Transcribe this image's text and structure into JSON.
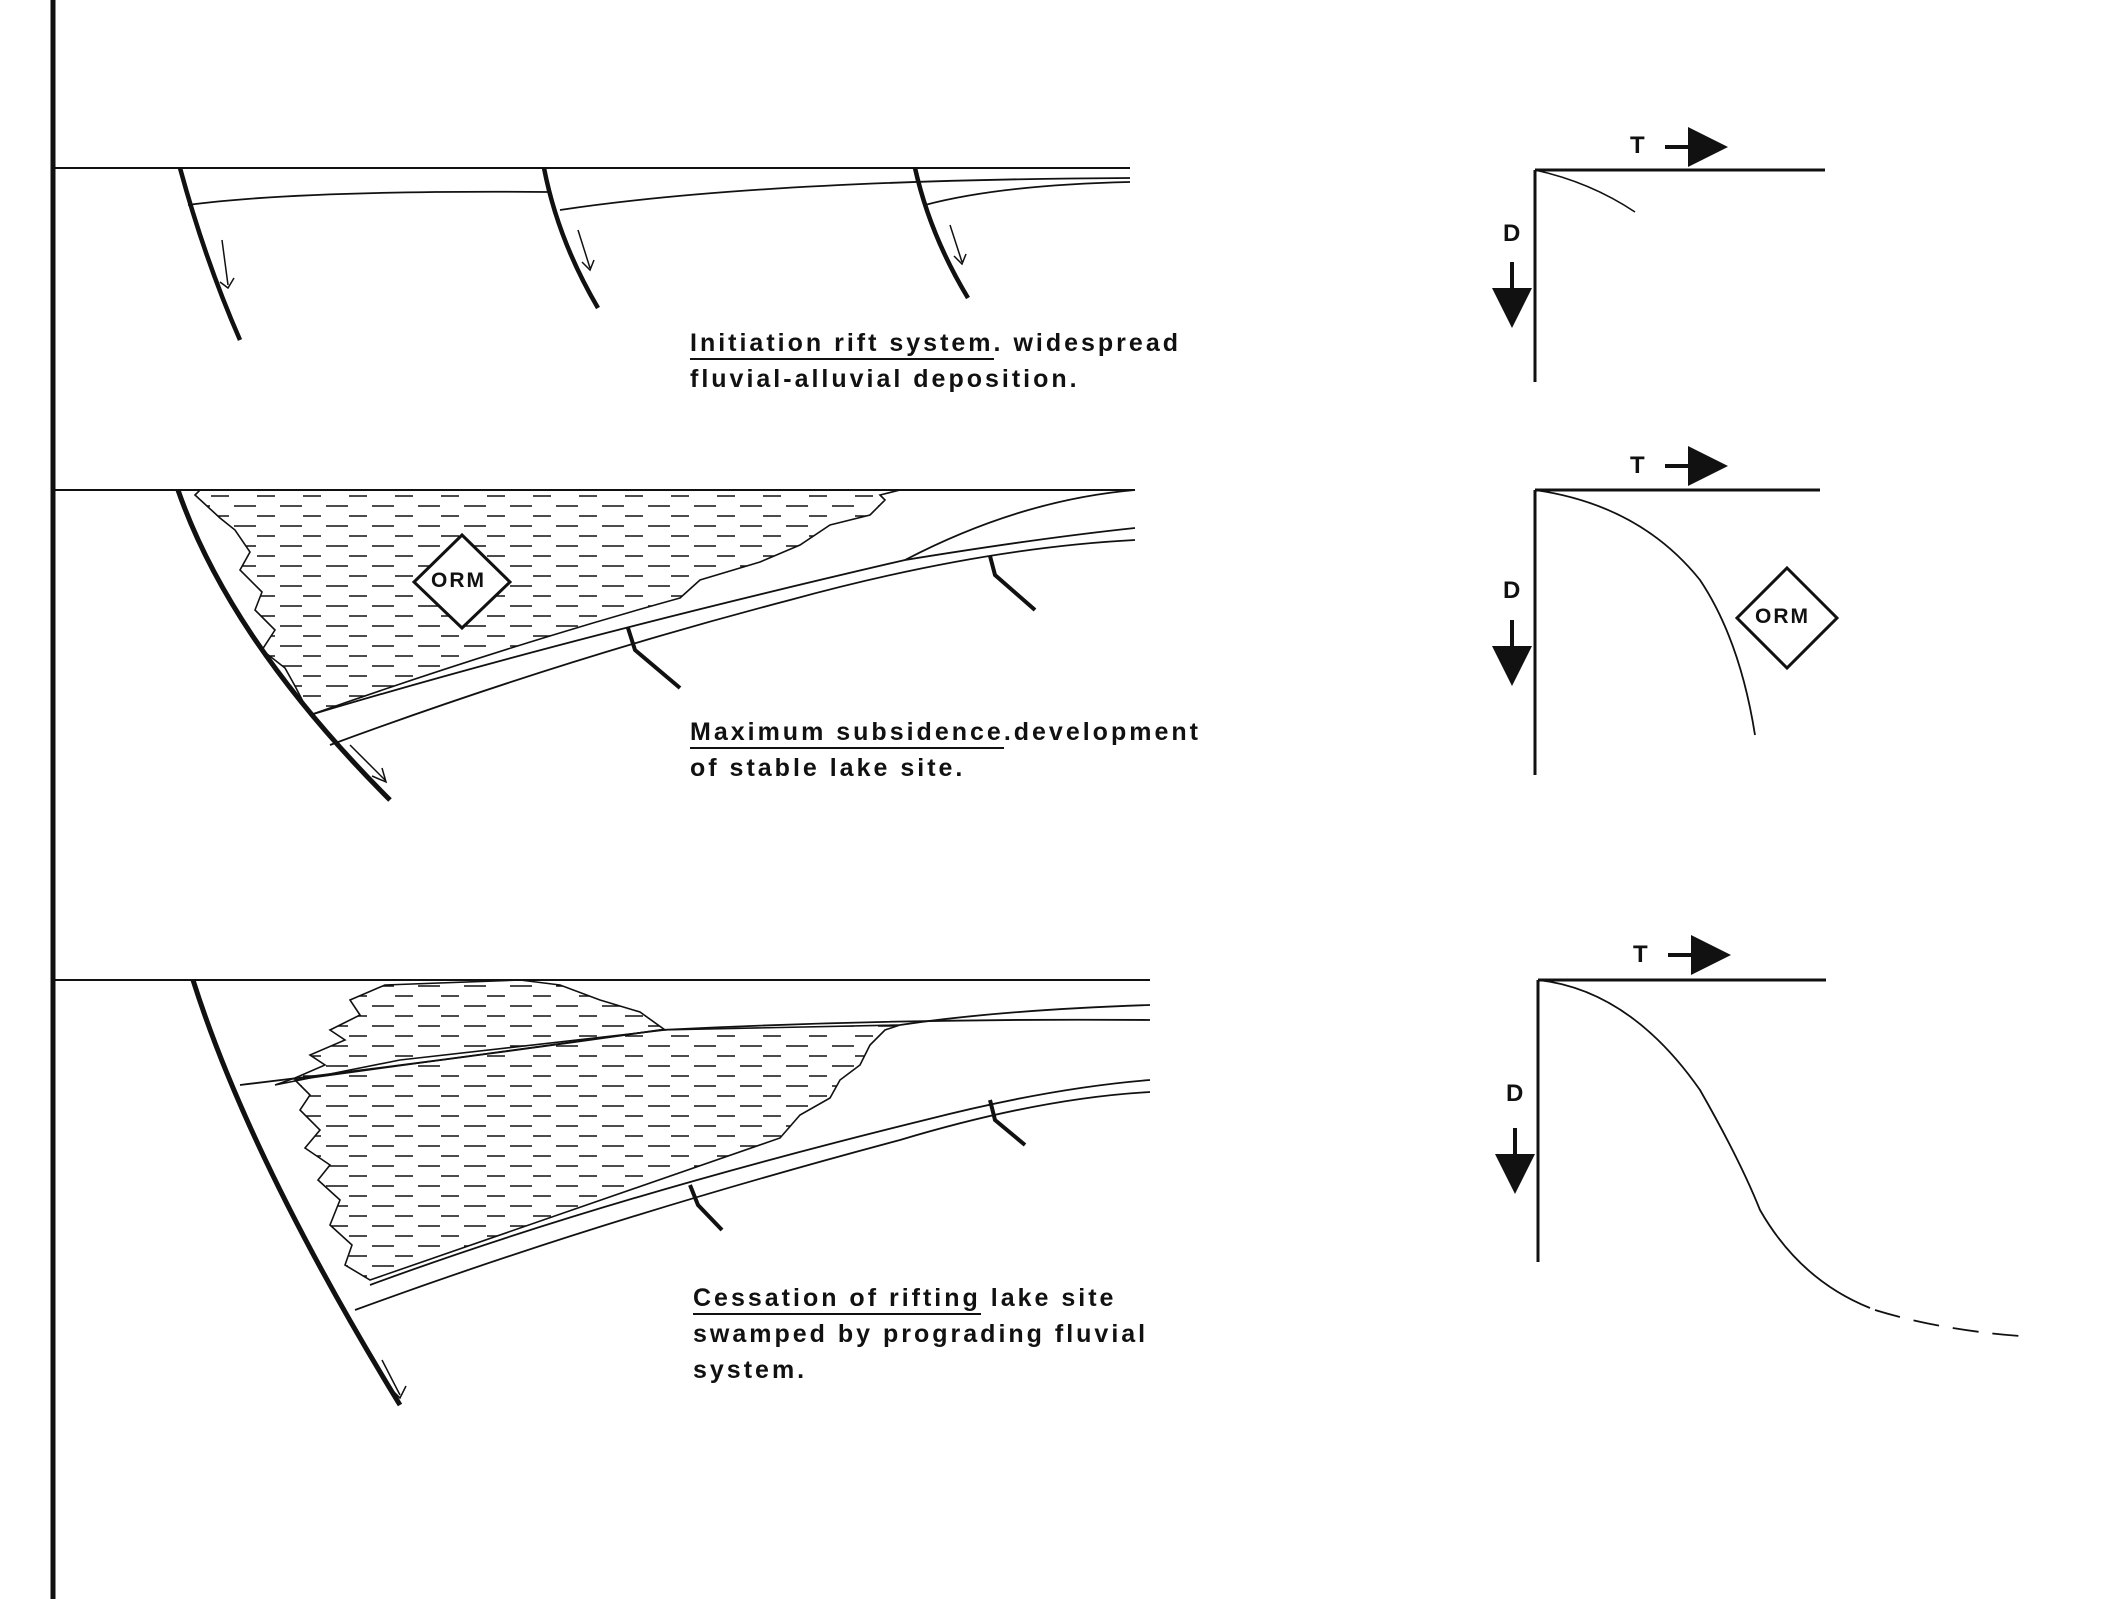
{
  "stages": [
    {
      "caption": {
        "underlined": "Initiation rift system",
        "rest_line1": ". widespread",
        "line2": "fluvial-alluvial deposition."
      },
      "graph": {
        "x_label": "T",
        "y_label": "D",
        "curve": [
          [
            0,
            0
          ],
          [
            0.5,
            0.05
          ],
          [
            1,
            0.2
          ]
        ]
      }
    },
    {
      "caption": {
        "underlined": "Maximum subsidence",
        "rest_line1": ".development",
        "line2": "of stable lake site."
      },
      "orm_label": "ORM",
      "graph": {
        "x_label": "T",
        "y_label": "D",
        "orm_label": "ORM"
      }
    },
    {
      "caption": {
        "underlined": "Cessation of rifting",
        "rest_line1": " lake site",
        "line2": "swamped by prograding fluvial",
        "line3": "system."
      },
      "graph": {
        "x_label": "T",
        "y_label": "D"
      }
    }
  ],
  "colors": {
    "ink": "#111111",
    "paper": "#ffffff"
  }
}
